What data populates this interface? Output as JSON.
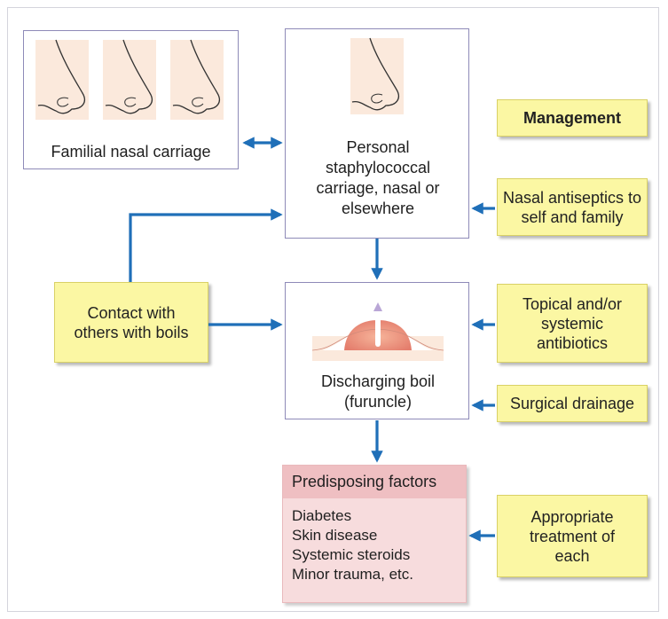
{
  "familial": {
    "label": "Familial nasal carriage"
  },
  "personal": {
    "label": "Personal staphylococcal carriage, nasal or elsewhere"
  },
  "boil": {
    "label": "Discharging boil (furuncle)"
  },
  "contact": {
    "label": "Contact with others with boils"
  },
  "management": {
    "heading": "Management",
    "nasal_antiseptics": "Nasal antiseptics to self and family",
    "antibiotics": "Topical and/or systemic antibiotics",
    "surgical_drainage": "Surgical drainage",
    "appropriate_treatment": "Appropriate treatment of each"
  },
  "predisposing": {
    "heading": "Predisposing factors",
    "items": [
      "Diabetes",
      "Skin disease",
      "Systemic steroids",
      "Minor trauma, etc."
    ]
  },
  "colors": {
    "arrow": "#1f6fb8",
    "note_fill": "#fbf7a3",
    "box_border": "#8e8ab8",
    "predisposing_fill": "#f7dcdd",
    "predisposing_header": "#efbfc2",
    "skin": "#fbe9dc"
  }
}
